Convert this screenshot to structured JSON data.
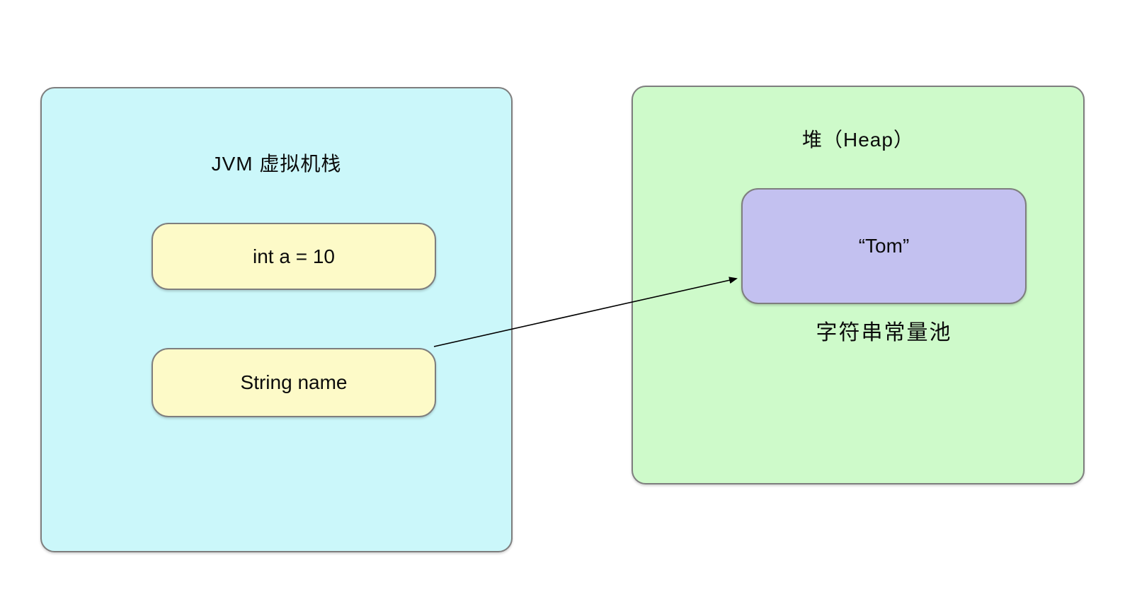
{
  "diagram": {
    "stack": {
      "title": "JVM 虚拟机栈",
      "frames": [
        {
          "label": "int a = 10"
        },
        {
          "label": "String name"
        }
      ]
    },
    "heap": {
      "title": "堆（Heap）",
      "constant_pool_item": {
        "label": "“Tom”"
      },
      "constant_pool_label": "字符串常量池"
    },
    "relations": [
      {
        "from": "String name",
        "to": "“Tom”",
        "type": "reference-arrow"
      }
    ],
    "colors": {
      "stack_fill": "#cbf7fa",
      "heap_fill": "#cefaca",
      "variable_fill": "#fdfac8",
      "string_fill": "#c3c1f0",
      "border": "#7e7e7e",
      "arrow": "#000000",
      "text": "#0b0b0b",
      "background": "#ffffff"
    }
  }
}
